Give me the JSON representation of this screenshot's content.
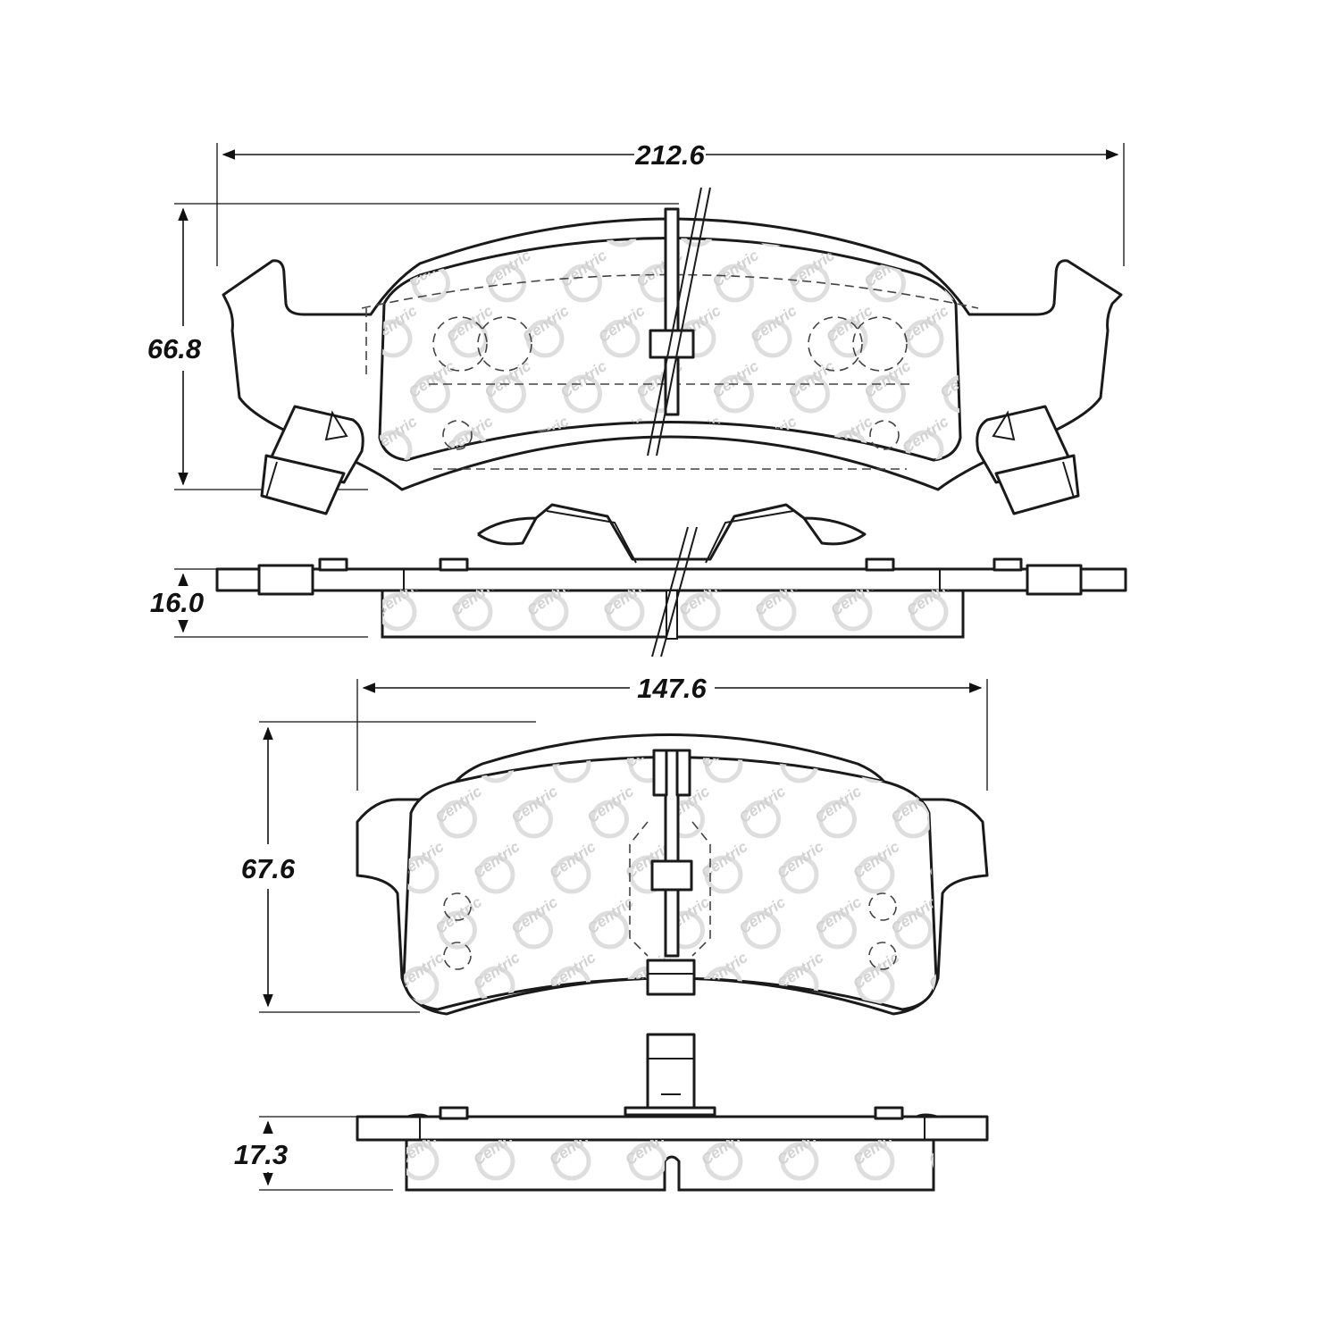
{
  "dimensions": {
    "outer_pad_width": "212.6",
    "outer_pad_height": "66.8",
    "outer_pad_thickness": "16.0",
    "inner_pad_width": "147.6",
    "inner_pad_height": "67.6",
    "inner_pad_thickness": "17.3"
  },
  "watermark": {
    "brand_text": "Centric"
  }
}
